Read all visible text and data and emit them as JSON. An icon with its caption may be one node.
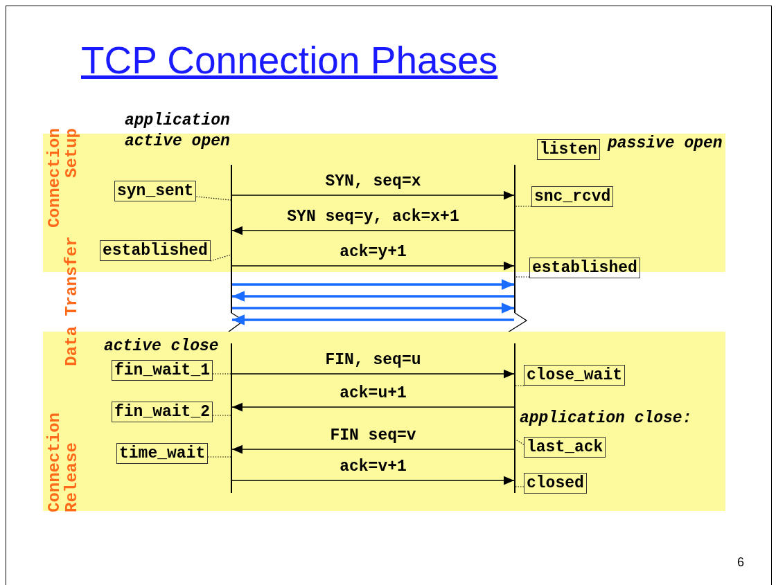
{
  "diagram": {
    "title": "TCP Connection Phases",
    "nodes": [
      {
        "text": [
          "Connection Setup"
        ]
      },
      {
        "text": [
          "Connection Release"
        ]
      },
      {
        "text": [],
        "shape": "bar"
      },
      {
        "text": [],
        "shape": "bar"
      },
      {
        "text": [
          "listen"
        ],
        "in": 0,
        "beside": [
          "passive open"
        ]
      },
      {
        "text": [
          "syn_sent"
        ],
        "in": 0
      },
      {
        "text": [
          "snc_rcvd"
        ],
        "in": 0
      },
      {
        "text": [
          "established"
        ],
        "in": 0
      },
      {
        "text": [
          "established"
        ]
      },
      {
        "text": [
          "fin_wait_1"
        ],
        "in": 1
      },
      {
        "text": [
          "close_wait"
        ],
        "in": 1
      },
      {
        "text": [
          "fin_wait_2"
        ],
        "in": 1
      },
      {
        "text": [
          "last_ack"
        ],
        "in": 1
      },
      {
        "text": [
          "time_wait"
        ],
        "in": 1
      },
      {
        "text": [
          "closed"
        ],
        "in": 1
      }
    ],
    "edges": [
      {
        "from": 2,
        "to": 3,
        "arrow": "to",
        "label": "SYN, seq=x"
      },
      {
        "from": 3,
        "to": 2,
        "arrow": "to",
        "label": "SYN seq=y, ack=x+1"
      },
      {
        "from": 2,
        "to": 3,
        "arrow": "to",
        "label": "ack=y+1"
      },
      {
        "from": 2,
        "to": 3,
        "arrow": "to",
        "style": "thick",
        "color": "#1a6cff"
      },
      {
        "from": 3,
        "to": 2,
        "arrow": "to",
        "style": "thick",
        "color": "#1a6cff"
      },
      {
        "from": 2,
        "to": 3,
        "arrow": "to",
        "style": "thick",
        "color": "#1a6cff"
      },
      {
        "from": 3,
        "to": 2,
        "arrow": "to",
        "style": "thick",
        "color": "#1a6cff"
      },
      {
        "from": 2,
        "to": 3,
        "arrow": "to",
        "label": "FIN, seq=u"
      },
      {
        "from": 3,
        "to": 2,
        "arrow": "to",
        "label": "ack=u+1"
      },
      {
        "from": 3,
        "to": 2,
        "arrow": "to",
        "label": "FIN seq=v"
      },
      {
        "from": 2,
        "to": 3,
        "arrow": "to",
        "label": "ack=v+1"
      },
      {
        "from": 5,
        "to": 2,
        "arrow": "none",
        "style": "dashed"
      },
      {
        "from": 7,
        "to": 2,
        "arrow": "none",
        "style": "dashed"
      },
      {
        "from": 6,
        "to": 3,
        "arrow": "none",
        "style": "dashed"
      },
      {
        "from": 8,
        "to": 3,
        "arrow": "none",
        "style": "dashed"
      },
      {
        "from": 9,
        "to": 2,
        "arrow": "none",
        "style": "dashed"
      },
      {
        "from": 11,
        "to": 2,
        "arrow": "none",
        "style": "dashed"
      },
      {
        "from": 13,
        "to": 2,
        "arrow": "none",
        "style": "dashed"
      },
      {
        "from": 10,
        "to": 3,
        "arrow": "none",
        "style": "dashed"
      },
      {
        "from": 12,
        "to": 3,
        "arrow": "none",
        "style": "dashed"
      },
      {
        "from": 14,
        "to": 3,
        "arrow": "none",
        "style": "dashed"
      }
    ],
    "labels": [
      "application active open",
      "Data Transfer",
      "active close",
      "application close:",
      "6"
    ]
  }
}
